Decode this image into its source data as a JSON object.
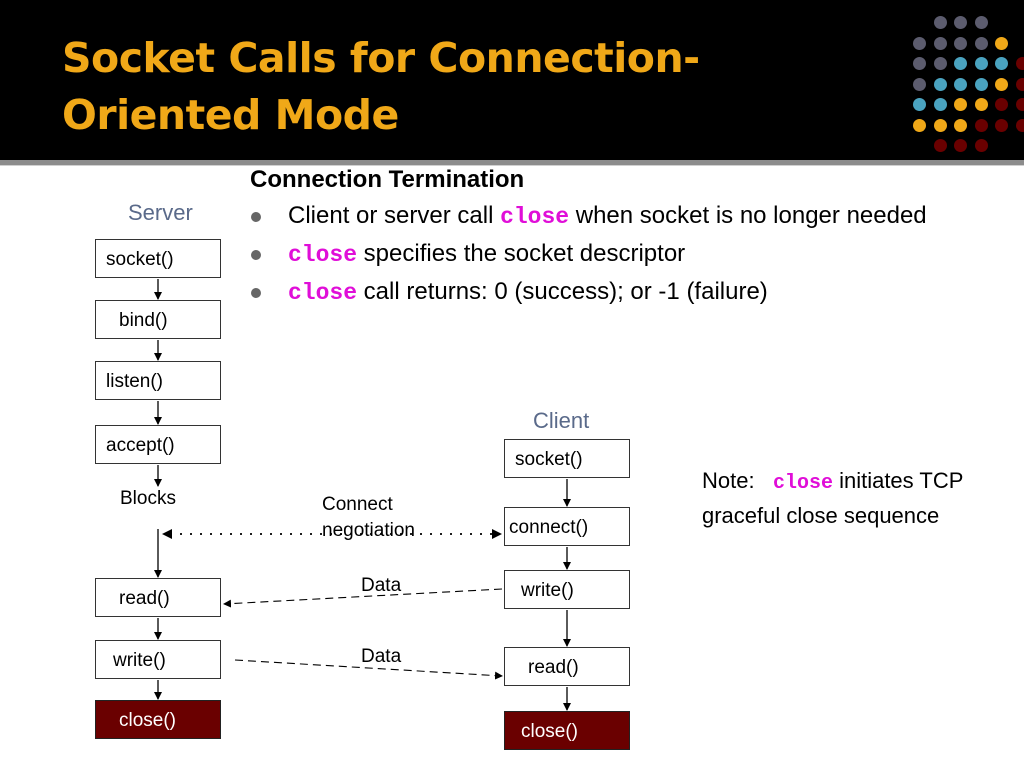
{
  "slide": {
    "title": "Socket Calls for Connection-Oriented Mode",
    "heading": "Connection Termination",
    "bullets": [
      {
        "pre": "Client or server call ",
        "kw": "close",
        "post": " when socket is no longer needed"
      },
      {
        "pre": "",
        "kw": "close",
        "post": " specifies the socket descriptor"
      },
      {
        "pre": "",
        "kw": "close",
        "post": " call returns: 0 (success); or -1 (failure)"
      }
    ],
    "note": {
      "pre": "Note:",
      "kw": "close",
      "post": "initiates TCP graceful close sequence"
    }
  },
  "diagram": {
    "server_label": "Server",
    "client_label": "Client",
    "server_calls": [
      "socket()",
      "bind()",
      "listen()",
      "accept()",
      "read()",
      "write()",
      "close()"
    ],
    "client_calls": [
      "socket()",
      "connect()",
      "write()",
      "read()",
      "close()"
    ],
    "blocks_label": "Blocks",
    "connect_label": "Connect negotiation",
    "data_label_1": "Data",
    "data_label_2": "Data"
  },
  "colors": {
    "title": "#f0a818",
    "header_bg": "#000000",
    "keyword": "#e00ed8",
    "close_box": "#6a0000",
    "dot_gray": "#5c5c6e",
    "dot_blue": "#4aa3c0",
    "dot_orange": "#f0a818",
    "dot_red": "#6a0000"
  }
}
